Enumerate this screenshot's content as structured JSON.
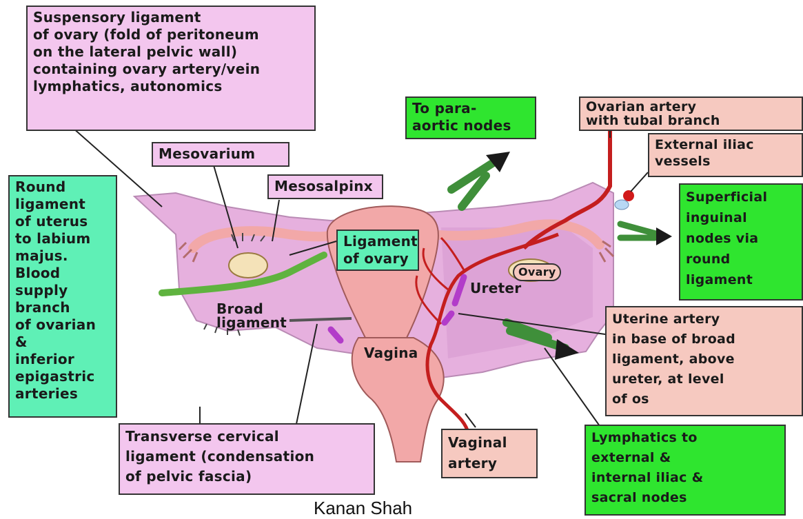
{
  "labels": {
    "suspensory": "Suspensory ligament\nof ovary (fold of peritoneum\non the lateral pelvic wall)\ncontaining ovary artery/vein\nlymphatics, autonomics",
    "mesovarium": "Mesovarium",
    "mesosalpinx": "Mesosalpinx",
    "round_ligament": "Round\nligament\nof uterus\nto labium\nmajus.\nBlood\nsupply branch\nof ovarian &\ninferior\nepigastric\narteries",
    "ligament_of_ovary": "Ligament\nof ovary",
    "para_aortic": "To para-\naortic nodes",
    "ovarian_artery": "Ovarian artery\nwith tubal branch",
    "external_iliac": "External iliac\nvessels",
    "superficial_inguinal": "Superficial\ninguinal\nnodes via\nround\nligament",
    "ovary": "Ovary",
    "ureter": "Ureter",
    "broad_ligament": "Broad\nligament",
    "vagina": "Vagina",
    "uterine_artery": "Uterine artery\nin base of broad\nligament, above\nureter, at level\nof os",
    "transverse_cervical": "Transverse cervical\nligament (condensation\nof pelvic fascia)",
    "vaginal_artery": "Vaginal\nartery",
    "lymphatics": "Lymphatics to\nexternal &\ninternal iliac &\nsacral nodes"
  },
  "credit": "Kanan Shah",
  "colors": {
    "pink_box": "#f3c6ee",
    "green_box": "#2fe52f",
    "teal_box": "#5ff0b6",
    "salmon_box": "#f6c9c0",
    "broad_ligament_fill": "#e6b0de",
    "uterus_fill": "#f2a8a8",
    "artery": "#c41e1e",
    "lymph_arrow": "#3f8f3a",
    "ureter": "#b23cc9"
  }
}
